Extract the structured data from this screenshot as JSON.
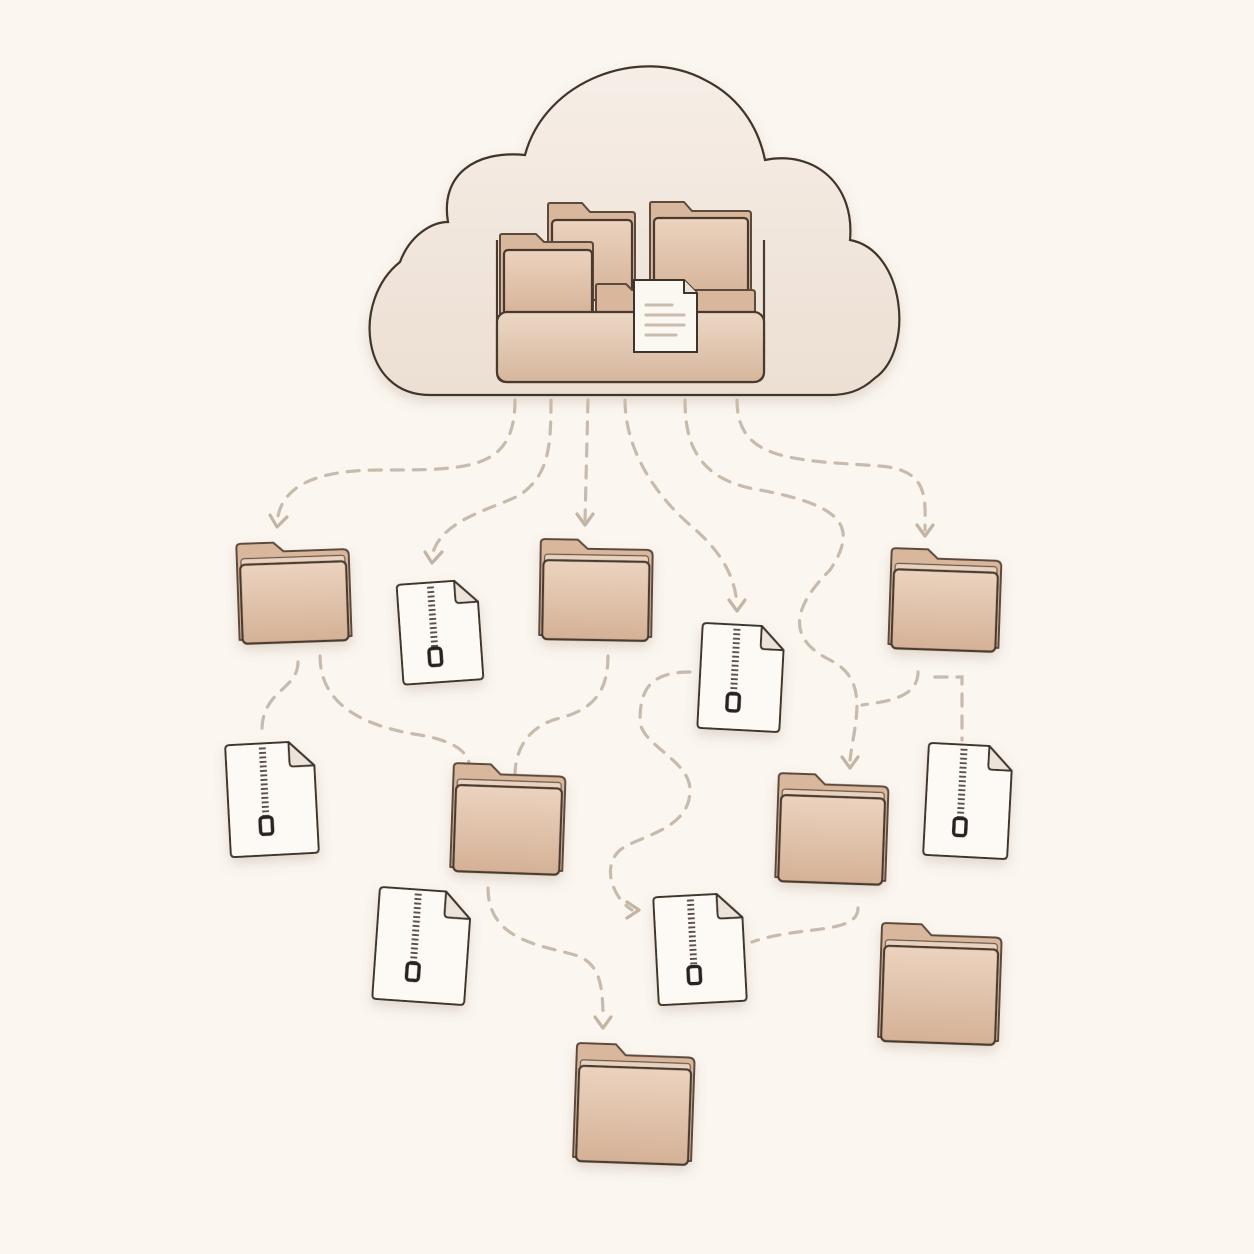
{
  "scene": {
    "background": "#fbf6f0",
    "cloud_fill": "#f1e7de",
    "folder_color": "#dcbca2",
    "connector_color": "#c9bbac",
    "zip_paper": "#fdfaf6"
  },
  "cloud": {
    "icon": "cloud-storage-icon",
    "contents": [
      "folder-icon",
      "folder-icon",
      "folder-icon",
      "folder-icon",
      "document-icon"
    ]
  },
  "items": [
    {
      "kind": "folder",
      "icon": "folder-icon"
    },
    {
      "kind": "zip",
      "icon": "zip-file-icon"
    },
    {
      "kind": "folder",
      "icon": "folder-icon"
    },
    {
      "kind": "zip",
      "icon": "zip-file-icon"
    },
    {
      "kind": "folder",
      "icon": "folder-icon"
    },
    {
      "kind": "zip",
      "icon": "zip-file-icon"
    },
    {
      "kind": "folder",
      "icon": "folder-icon"
    },
    {
      "kind": "folder",
      "icon": "folder-icon"
    },
    {
      "kind": "zip",
      "icon": "zip-file-icon"
    },
    {
      "kind": "zip",
      "icon": "zip-file-icon"
    },
    {
      "kind": "zip",
      "icon": "zip-file-icon"
    },
    {
      "kind": "folder",
      "icon": "folder-icon"
    },
    {
      "kind": "folder",
      "icon": "folder-icon"
    }
  ]
}
